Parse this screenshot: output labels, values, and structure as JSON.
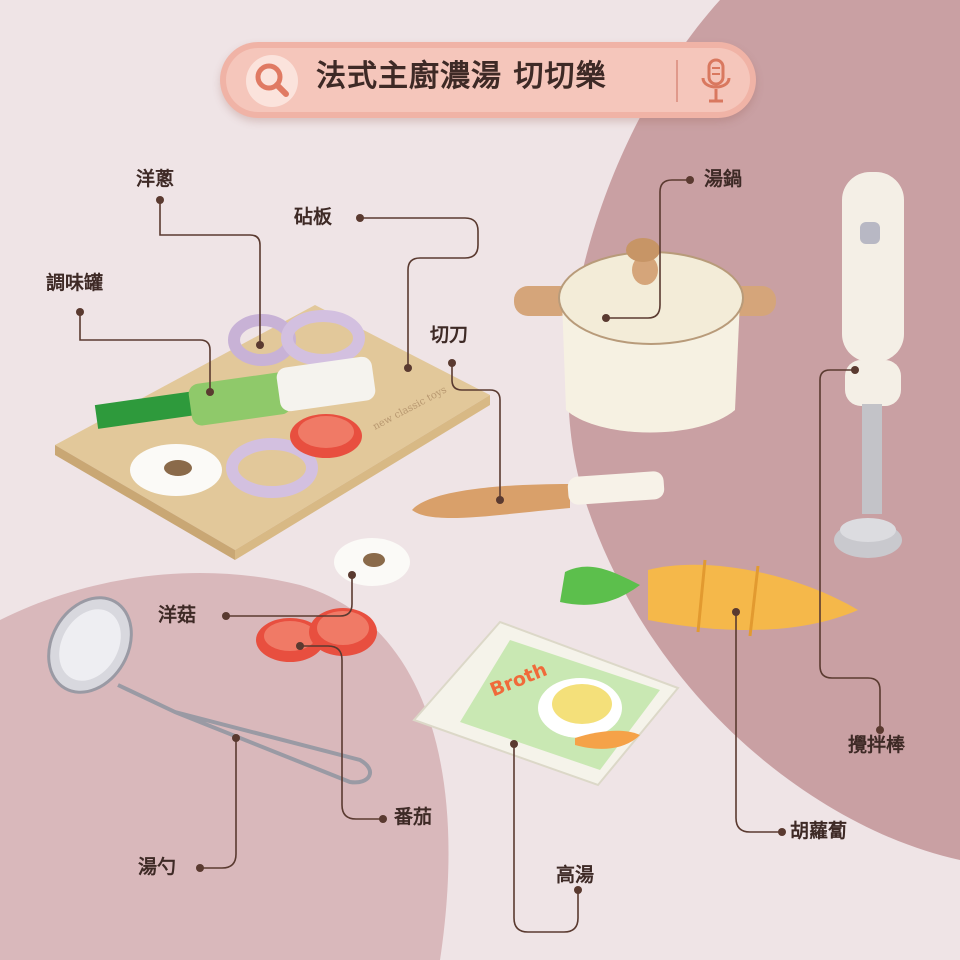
{
  "search": {
    "query": "法式主廚濃湯 切切樂"
  },
  "labels": {
    "onion": "洋蔥",
    "board": "砧板",
    "spice": "調味罐",
    "knife": "切刀",
    "pot": "湯鍋",
    "blender": "攪拌棒",
    "mushroom": "洋菇",
    "tomato": "番茄",
    "ladle": "湯勺",
    "broth": "高湯",
    "carrot": "胡蘿蔔"
  },
  "product_text": {
    "broth_pack": "Broth"
  },
  "colors": {
    "background": "#efe4e6",
    "dark_blob": "#c9a0a3",
    "mid_blob": "#d9b8bb",
    "leader_line": "#5a3a30",
    "search_bar": "#f0b3a6"
  },
  "icons": [
    "search-icon",
    "microphone-icon"
  ]
}
